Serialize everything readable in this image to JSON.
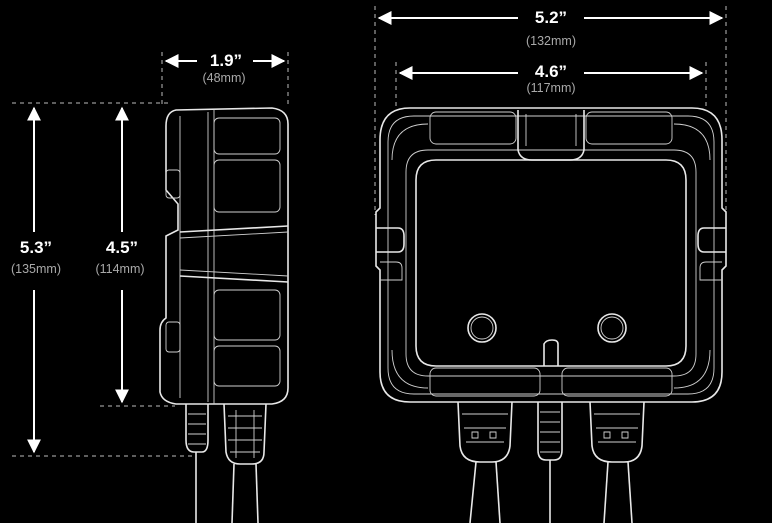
{
  "dimensions": {
    "side_width": {
      "main": "1.9”",
      "sub": "(48mm)"
    },
    "front_total": {
      "main": "5.2”",
      "sub": "(132mm)"
    },
    "front_inner": {
      "main": "4.6”",
      "sub": "(117mm)"
    },
    "total_height": {
      "main": "5.3”",
      "sub": "(135mm)"
    },
    "body_height": {
      "main": "4.5”",
      "sub": "(114mm)"
    }
  },
  "colors": {
    "background": "#000000",
    "lines": "#e8e8e8",
    "subtext": "#a9a9a9"
  }
}
